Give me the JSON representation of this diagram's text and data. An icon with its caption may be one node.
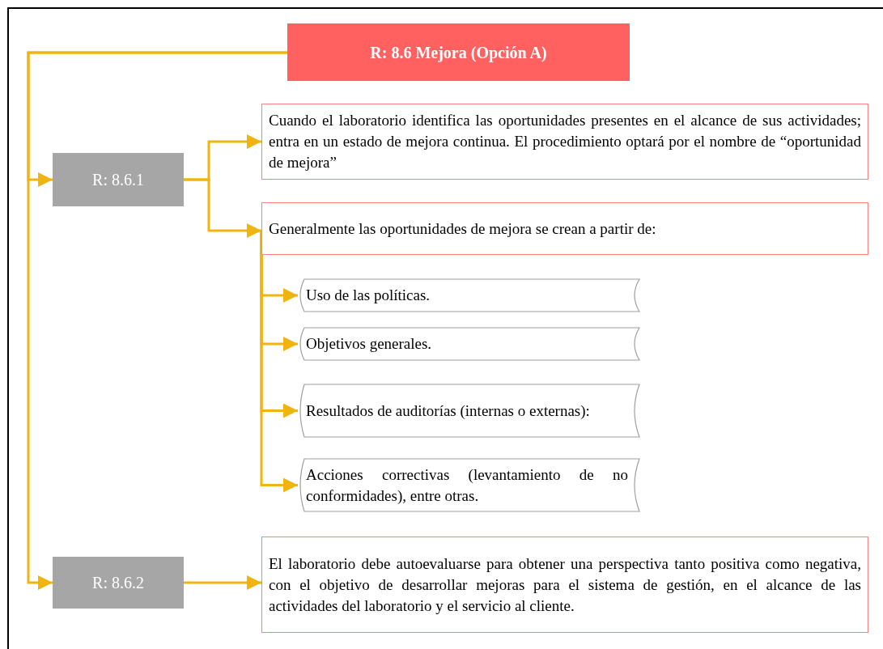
{
  "diagram": {
    "nodes": [
      {
        "text": [
          "R: 8.6 Mejora (Opción A)"
        ]
      },
      {
        "text": [
          "R: 8.6.1"
        ]
      },
      {
        "text": [
          "Cuando el laboratorio identifica las oportunidades presentes en el alcance de sus actividades; entra en un estado de mejora continua. El procedimiento optará por el nombre de “oportunidad de mejora”"
        ]
      },
      {
        "text": [
          "Generalmente las oportunidades de mejora se crean a partir de:"
        ]
      },
      {
        "text": [
          "Uso de las políticas."
        ]
      },
      {
        "text": [
          "Objetivos generales."
        ]
      },
      {
        "text": [
          "Resultados de auditorías (internas o externas):"
        ]
      },
      {
        "text": [
          "Acciones correctivas (levantamiento de no conformidades), entre otras."
        ]
      },
      {
        "text": [
          "R: 8.6.2"
        ]
      },
      {
        "text": [
          "El laboratorio debe autoevaluarse para obtener una perspectiva tanto positiva como negativa, con el objetivo de desarrollar mejoras para el sistema de gestión, en el alcance de las actividades del laboratorio y el servicio al cliente."
        ]
      }
    ],
    "edges": [
      {
        "from": 0,
        "to": 1,
        "arrow": "to"
      },
      {
        "from": 0,
        "to": 8,
        "arrow": "to"
      },
      {
        "from": 1,
        "to": 2,
        "arrow": "to"
      },
      {
        "from": 1,
        "to": 3,
        "arrow": "to"
      },
      {
        "from": 3,
        "to": 4,
        "arrow": "to"
      },
      {
        "from": 3,
        "to": 5,
        "arrow": "to"
      },
      {
        "from": 3,
        "to": 6,
        "arrow": "to"
      },
      {
        "from": 3,
        "to": 7,
        "arrow": "to"
      },
      {
        "from": 8,
        "to": 9,
        "arrow": "to"
      }
    ]
  }
}
